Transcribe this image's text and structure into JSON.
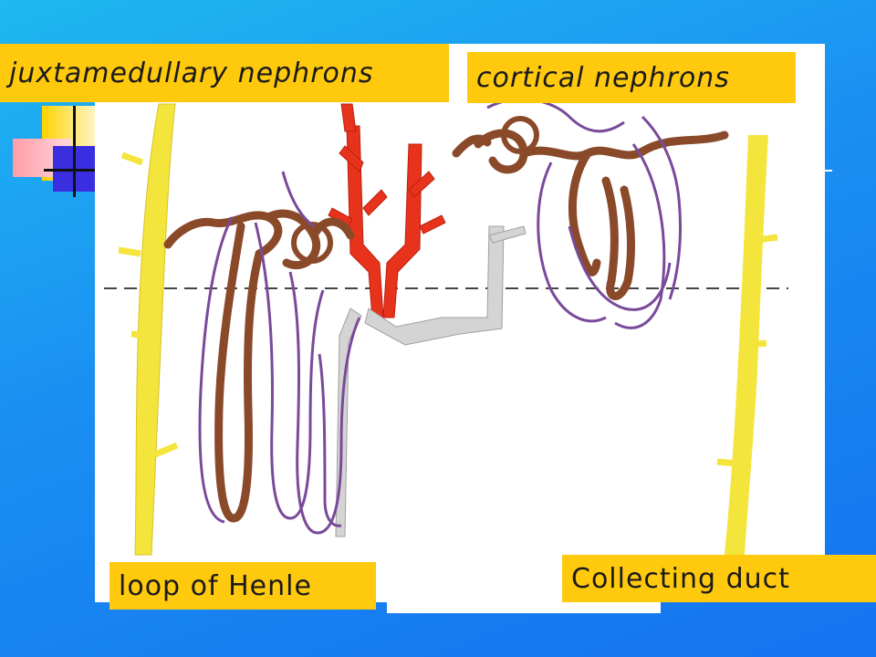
{
  "labels": {
    "juxtamedullary": "juxtamedullary nephrons",
    "cortical": "cortical nephrons",
    "loop_of_henle": "loop of Henle",
    "collecting_duct": "Collecting duct"
  },
  "colors": {
    "background": "#1a8ef2",
    "label_fill": "#ffc90e",
    "collecting_duct": "#f2e33a",
    "artery": "#e8331c",
    "tubule": "#8a4a2a",
    "capillary": "#7a4a9a",
    "vein": "#c8c8c8"
  }
}
